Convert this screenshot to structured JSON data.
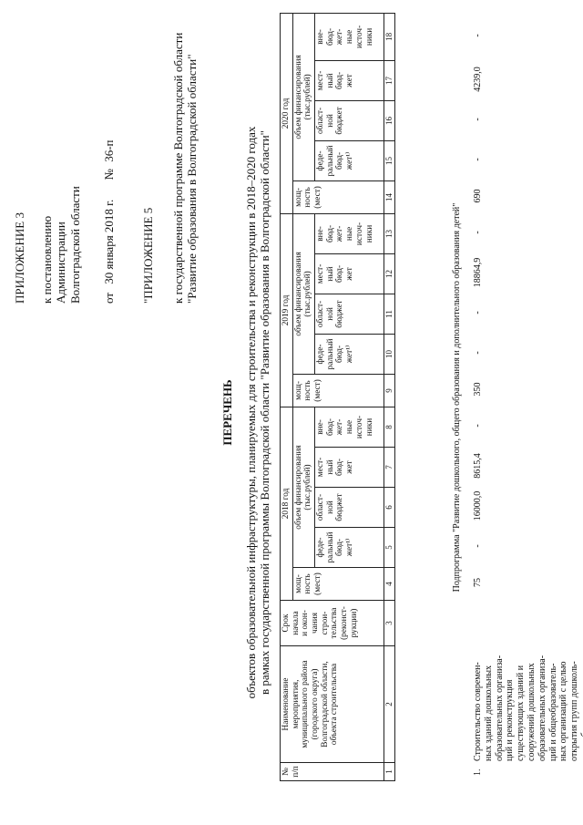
{
  "appendix": {
    "title": "ПРИЛОЖЕНИЕ 3",
    "to_line": "к постановлению\nАдминистрации\nВолгоградской области",
    "date_prefix": "от",
    "date_value": "30  января 2018  г.",
    "number_prefix": "№",
    "number_value": "36-п"
  },
  "appendix2": {
    "title": "\"ПРИЛОЖЕНИЕ 5",
    "text": "к государственной программе Волгоградской области\n\"Развитие образования в Волгоградской области\""
  },
  "doc": {
    "title": "ПЕРЕЧЕНЬ",
    "subtitle": "объектов образовательной инфраструктуры, планируемых для строительства и реконструкции в 2018–2020 годах\nв рамках государственной программы  Волгоградской области \"Развитие образования в Волгоградской области\""
  },
  "table": {
    "h_num": "№\nп/п",
    "h_name": "Наименование\nмероприятия,\nмуниципального района\n(городского округа)\nВолгоградской области,\nобъекта строительства",
    "h_term": "Срок\nначала\nи окон-\nчания\nстрои-\nтельства\n(реконст-\nрукции)",
    "h_cap": "мощ-\nность\n(мест)",
    "h_vol": "объем финансирования\n(тыс.рублей)",
    "h_fed": "феде-\nральный\nбюд-\nжет¹⁾",
    "h_obl": "област-\nной\nбюджет",
    "h_mest": "мест-\nный\nбюд-\nжет",
    "h_vne": "вне-\nбюд-\nжет-\nные\nисточ-\nники",
    "year_2018": "2018 год",
    "year_2019": "2019 год",
    "year_2020": "2020 год",
    "col_nums": [
      "1",
      "2",
      "3",
      "4",
      "5",
      "6",
      "7",
      "8",
      "9",
      "10",
      "11",
      "12",
      "13",
      "14",
      "15",
      "16",
      "17",
      "18"
    ],
    "subprogram": "Подпрограмма \"Развитие дошкольного, общего образования и дополнительного образования детей\"",
    "row1": {
      "num": "1.",
      "name": "Строительство  современ-\nных  зданий  дошкольных\nобразовательных  организа-\nций    и    реконструкция\nсуществующих  зданий  и\nсооружений  дошкольных\nобразовательных  организа-\nций  и  общеобразователь-\nных организаций с целью\nоткрытия  групп  дошколь-\nного образования, всего",
      "values": [
        "75",
        "-",
        "16000,0",
        "8615,4",
        "-",
        "350",
        "-",
        "-",
        "18864,9",
        "-",
        "690",
        "-",
        "-",
        "4239,0",
        "-"
      ]
    }
  }
}
